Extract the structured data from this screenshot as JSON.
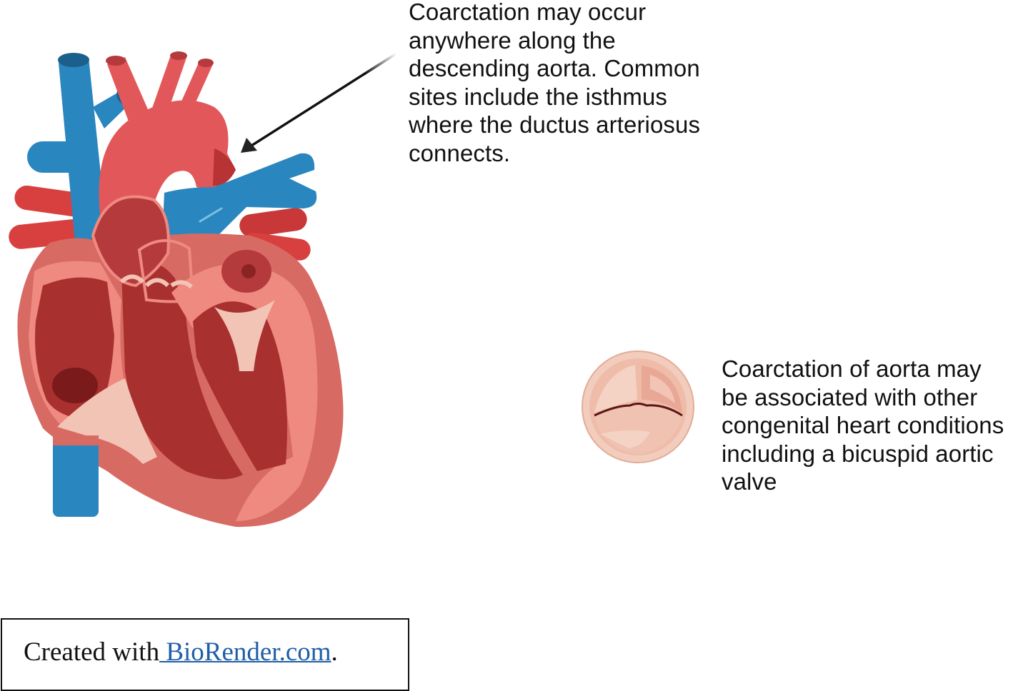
{
  "annotations": {
    "top": {
      "text": "Coarctation may occur\nanywhere along the\ndescending aorta. Common\nsites include the isthmus\nwhere the ductus arteriosus\nconnects."
    },
    "right": {
      "text": "Coarctation of aorta may\nbe associated with other\ncongenital heart conditions\nincluding a bicuspid aortic\nvalve"
    }
  },
  "credit": {
    "prefix": "Created with",
    "link_text": " BioRender.com",
    "suffix": "."
  },
  "illustrations": {
    "heart": "heart-cross-section-illustration",
    "valve": "bicuspid-aortic-valve-illustration",
    "arrow": "pointer-arrow-to-aortic-isthmus"
  },
  "colors": {
    "artery_red": "#e2575a",
    "vein_blue": "#2a86be",
    "myocardium": "#ef8a80",
    "chamber_dark": "#a8302f",
    "valve_pink": "#f2c4b5",
    "link_blue": "#1f5fa8",
    "text": "#111111"
  }
}
